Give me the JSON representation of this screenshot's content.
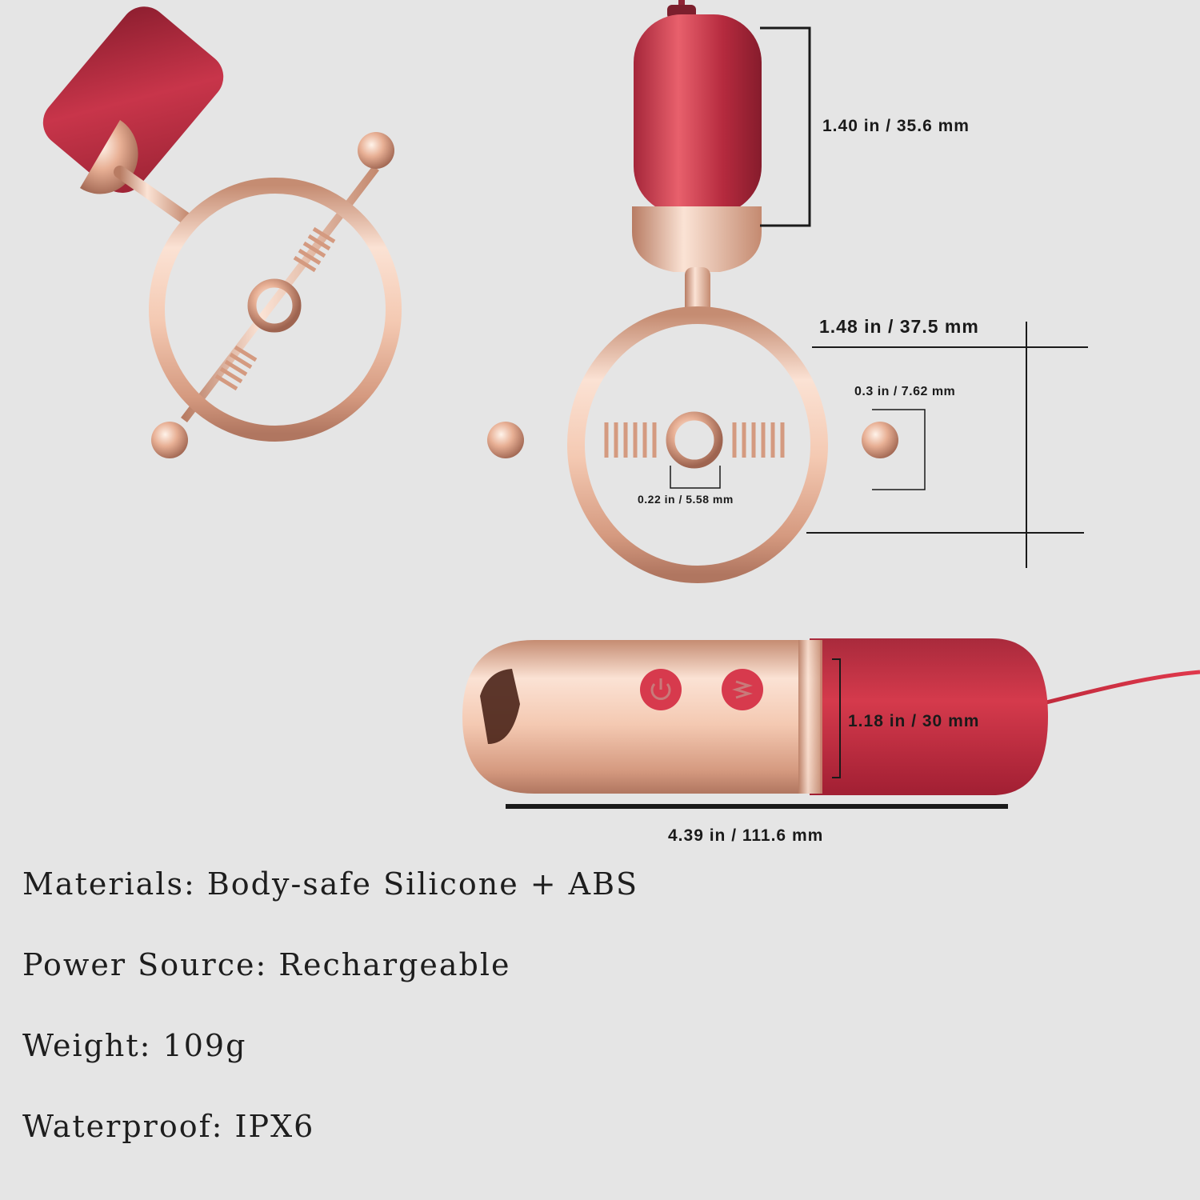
{
  "dimensions": {
    "bullet_height": "1.40 in / 35.6 mm",
    "clamp_width": "1.48 in / 37.5 mm",
    "screw_gap": "0.3 in / 7.62 mm",
    "center_opening": "0.22 in / 5.58 mm",
    "bullet_diameter": "1.18 in / 30 mm",
    "bullet_length": "4.39 in / 111.6 mm"
  },
  "specs": [
    {
      "key": "Materials",
      "value": "Body-safe Silicone + ABS"
    },
    {
      "key": "Power Source",
      "value": "Rechargeable"
    },
    {
      "key": "Weight",
      "value": "109g"
    },
    {
      "key": "Waterproof",
      "value": "IPX6"
    }
  ],
  "colors": {
    "background": "#e5e5e5",
    "silicone_red": "#c93044",
    "rose_gold": "#e9b8a0",
    "text": "#1a1a1a"
  }
}
